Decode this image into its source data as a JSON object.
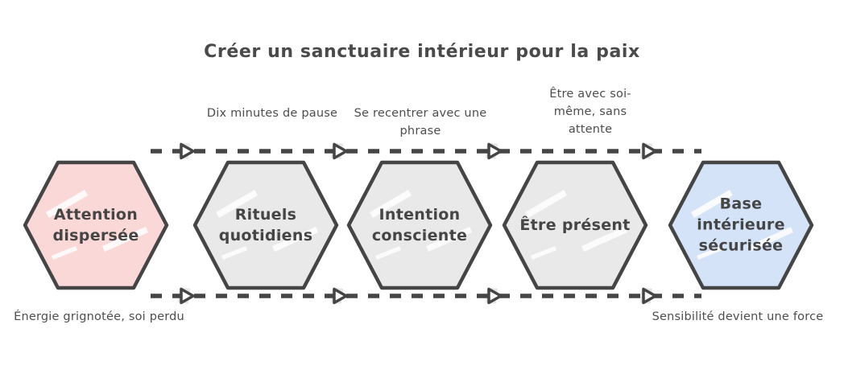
{
  "title": "Créer un sanctuaire intérieur pour la paix",
  "colors": {
    "stroke": "#454545",
    "text": "#4a4a4a",
    "pink": "#fbd8d8",
    "gray": "#e9e9e9",
    "blue": "#d4e3f8"
  },
  "hexagons": [
    {
      "label": "Attention dispersée",
      "fill": "#fbd8d8"
    },
    {
      "label": "Rituels quotidiens",
      "fill": "#e9e9e9"
    },
    {
      "label": "Intention consciente",
      "fill": "#e9e9e9"
    },
    {
      "label": "Être présent",
      "fill": "#e9e9e9"
    },
    {
      "label": "Base intérieure sécurisée",
      "fill": "#d4e3f8"
    }
  ],
  "annotations": {
    "top": [
      "Dix minutes de pause",
      "Se recentrer avec une phrase",
      "Être avec soi-même, sans attente"
    ],
    "bottom_left": "Énergie grignotée, soi perdu",
    "bottom_right": "Sensibilité devient une force"
  }
}
